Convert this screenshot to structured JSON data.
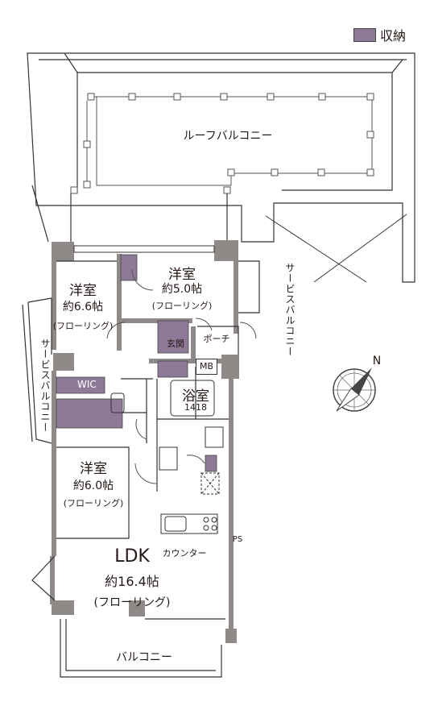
{
  "legend": {
    "label": "収納",
    "color": "#8e7a97"
  },
  "areas": {
    "roof_balcony": "ルーフバルコニー",
    "service_balcony_right": "サービスバルコニー",
    "service_balcony_left": "サービスバルコニー",
    "balcony": "バルコニー"
  },
  "rooms": {
    "western_a": {
      "name": "洋室",
      "size": "約6.6帖",
      "floor": "(フローリング)"
    },
    "western_b": {
      "name": "洋室",
      "size": "約5.0帖",
      "floor": "(フローリング)"
    },
    "western_c": {
      "name": "洋室",
      "size": "約6.0帖",
      "floor": "(フローリング)"
    },
    "ldk": {
      "name": "LDK",
      "size": "約16.4帖",
      "floor": "(フローリング)"
    },
    "bath": {
      "name": "浴室",
      "size": "1418"
    },
    "entrance": "玄関",
    "porch": "ポーチ",
    "wic": "WIC",
    "mb": "MB",
    "counter": "カウンター",
    "ps": "PS"
  },
  "compass": {
    "label": "N"
  }
}
